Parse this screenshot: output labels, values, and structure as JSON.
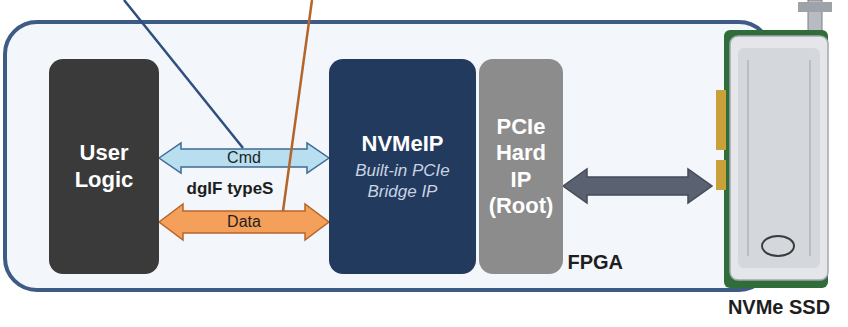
{
  "diagram": {
    "nodes": [
      {
        "text": [
          "FPGA"
        ]
      },
      {
        "text": [
          "User Logic"
        ],
        "in": 0
      },
      {
        "text": [
          "NVMeIP",
          "Built-in PCIe Bridge IP"
        ],
        "in": 0
      },
      {
        "text": [
          "PCIe Hard IP (Root)"
        ],
        "in": 0
      },
      {
        "text": [
          "NVMe SSD"
        ]
      }
    ],
    "edges": [
      {
        "from": 1,
        "to": 2,
        "label": "Cmd",
        "arrow": "both"
      },
      {
        "from": 1,
        "to": 2,
        "label": "Data",
        "arrow": "both"
      },
      {
        "from": 3,
        "to": 4,
        "arrow": "both"
      }
    ],
    "labels": [
      "dgIF typeS"
    ]
  }
}
